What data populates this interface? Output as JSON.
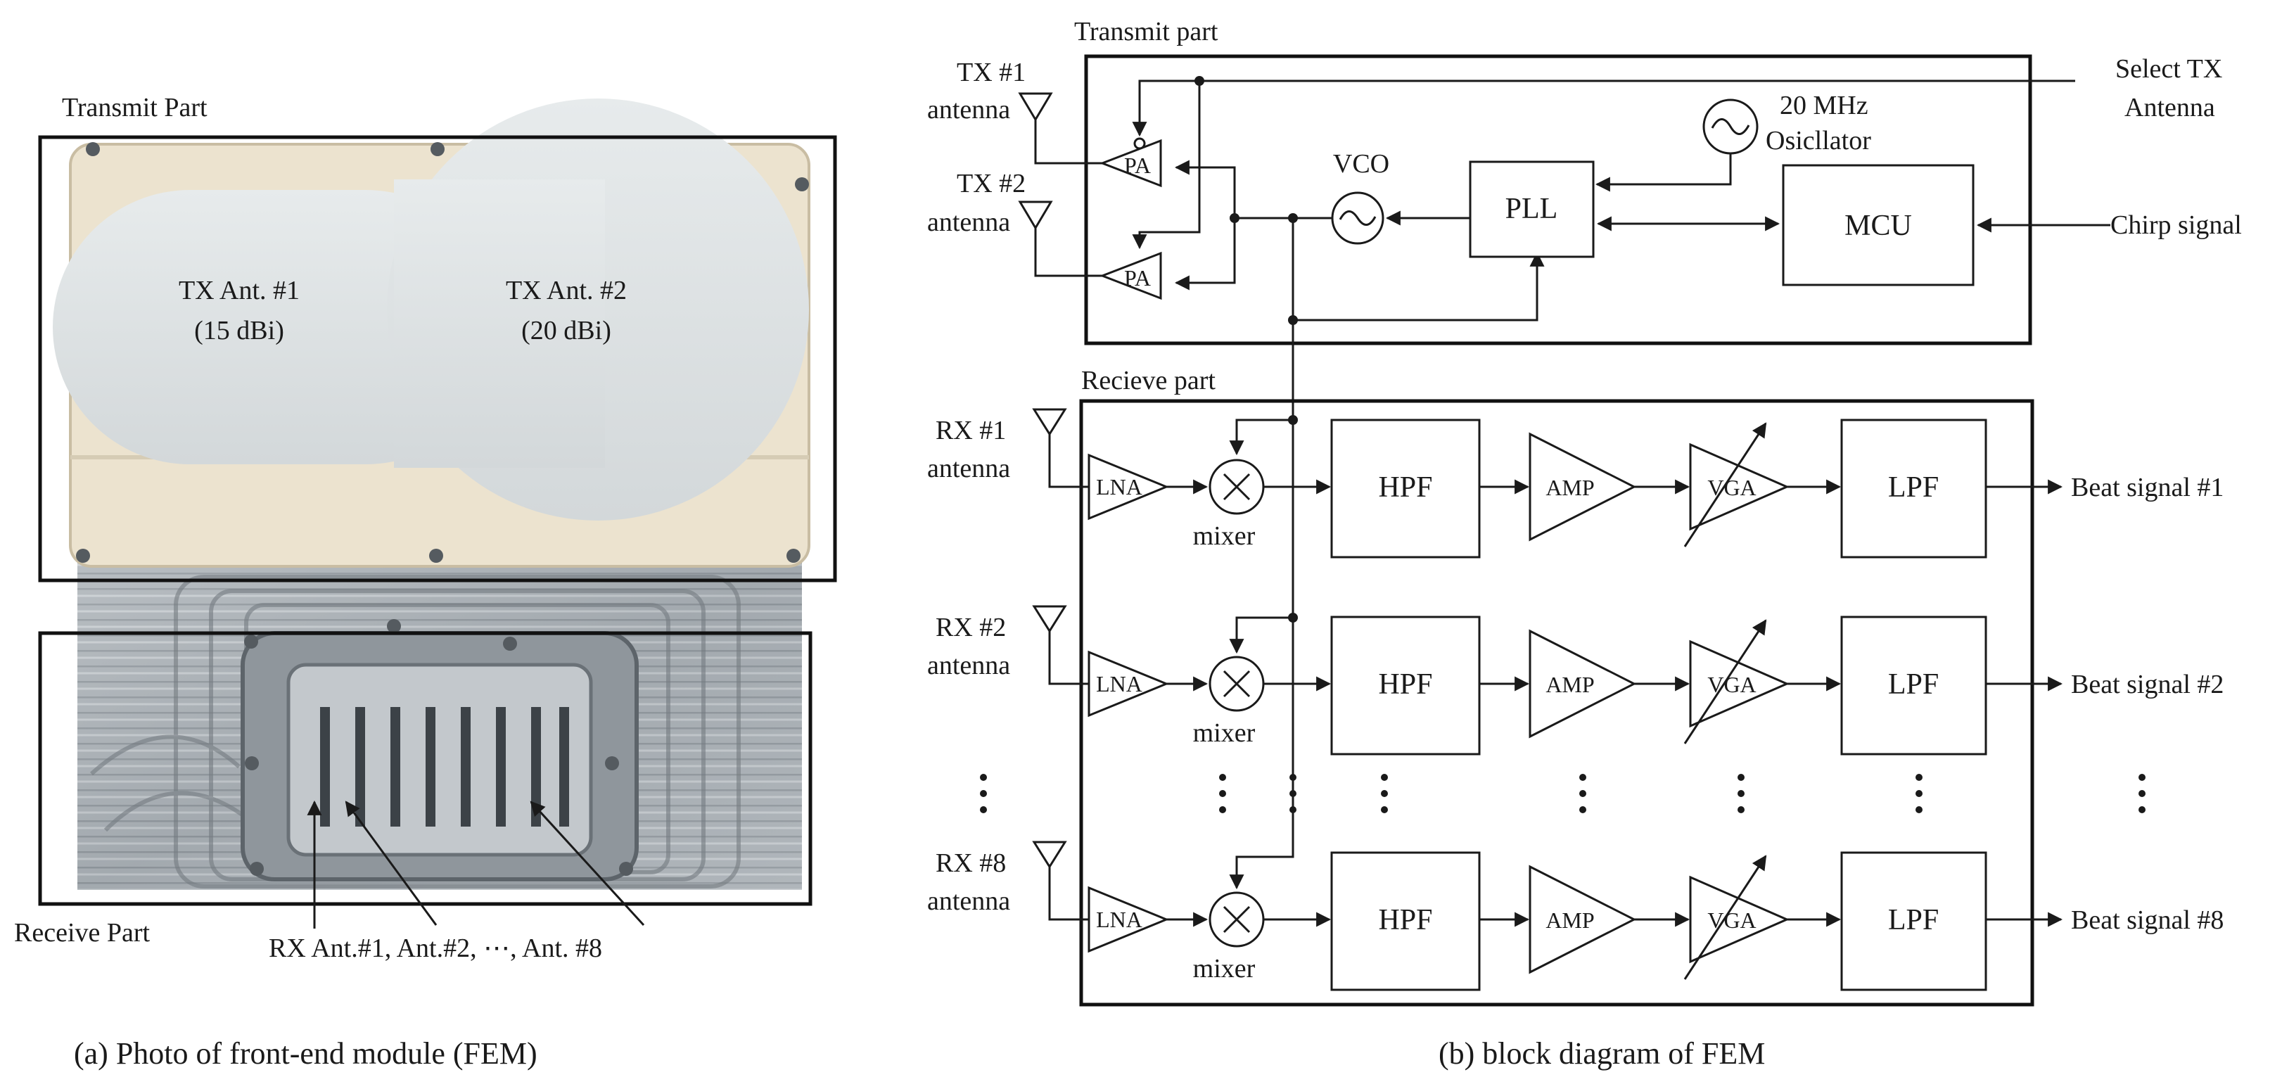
{
  "photo": {
    "transmit_label": "Transmit Part",
    "receive_label": "Receive  Part",
    "tx_ant1_name": "TX Ant. #1",
    "tx_ant1_gain": "(15 dBi)",
    "tx_ant2_name": "TX Ant. #2",
    "tx_ant2_gain": "(20 dBi)",
    "rx_ant_label": "RX Ant.#1, Ant.#2, ⋯, Ant. #8",
    "caption": "(a) Photo of front-end module (FEM)"
  },
  "diagram": {
    "transmit_title": "Transmit part",
    "receive_title": "Recieve part",
    "tx1_label": "TX #1",
    "tx2_label": "TX #2",
    "antenna_word": "antenna",
    "pa": "PA",
    "vco": "VCO",
    "pll": "PLL",
    "mcu": "MCU",
    "osc_freq": "20 MHz",
    "osc_name": "Osicllator",
    "select_tx_1": "Select TX",
    "select_tx_2": "Antenna",
    "chirp": "Chirp signal",
    "rows": [
      {
        "rx": "RX #1",
        "lna": "LNA",
        "mixer": "mixer",
        "hpf": "HPF",
        "amp": "AMP",
        "vga": "VGA",
        "lpf": "LPF",
        "out": "Beat signal #1"
      },
      {
        "rx": "RX #2",
        "lna": "LNA",
        "mixer": "mixer",
        "hpf": "HPF",
        "amp": "AMP",
        "vga": "VGA",
        "lpf": "LPF",
        "out": "Beat signal #2"
      },
      {
        "rx": "RX #8",
        "lna": "LNA",
        "mixer": "mixer",
        "hpf": "HPF",
        "amp": "AMP",
        "vga": "VGA",
        "lpf": "LPF",
        "out": "Beat signal #8"
      }
    ],
    "caption": "(b) block diagram of FEM"
  }
}
